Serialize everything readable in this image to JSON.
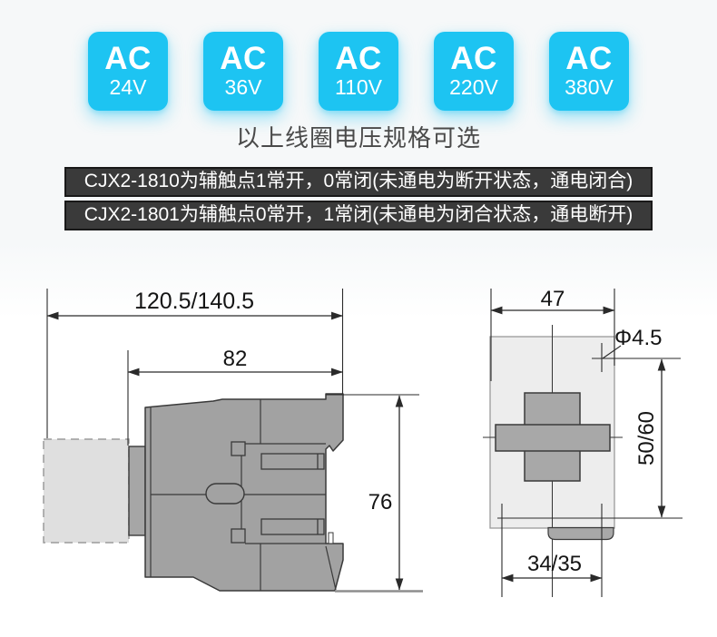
{
  "badges": {
    "accent_color": "#1dc4f2",
    "items": [
      {
        "line1": "AC",
        "line2": "24V"
      },
      {
        "line1": "AC",
        "line2": "36V"
      },
      {
        "line1": "AC",
        "line2": "110V"
      },
      {
        "line1": "AC",
        "line2": "220V"
      },
      {
        "line1": "AC",
        "line2": "380V"
      }
    ]
  },
  "caption": {
    "text": "以上线圈电压规格可选"
  },
  "notes": {
    "background": "#3a3a3a",
    "items": [
      {
        "text": "CJX2-1810为辅触点1常开，0常闭(未通电为断开状态，通电闭合)"
      },
      {
        "text": "CJX2-1801为辅触点0常开，1常闭(未通电为闭合状态，通电断开)"
      }
    ]
  },
  "drawings": {
    "side_view": {
      "dim_overall_length": "120.5/140.5",
      "dim_body_length": "82",
      "dim_height": "76"
    },
    "front_view": {
      "dim_width": "47",
      "dim_hole_diameter": "Φ4.5",
      "dim_hole_spacing_vertical": "50/60",
      "dim_hole_spacing_horizontal": "34/35"
    }
  }
}
